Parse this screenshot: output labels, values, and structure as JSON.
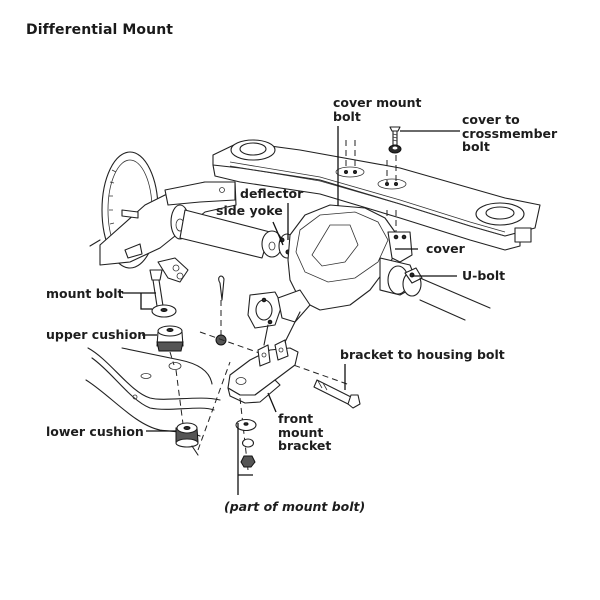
{
  "title": "Differential Mount",
  "labels": {
    "cover_mount_bolt": "cover mount\nbolt",
    "cover_to_crossmember_bolt": "cover to\ncrossmember\nbolt",
    "deflector": "deflector",
    "side_yoke": "side yoke",
    "cover": "cover",
    "u_bolt": "U-bolt",
    "mount_bolt": "mount bolt",
    "upper_cushion": "upper cushion",
    "bracket_to_housing_bolt": "bracket to housing bolt",
    "lower_cushion": "lower cushion",
    "front_mount_bracket": "front\nmount\nbracket",
    "part_of_mount_bolt": "(part of mount bolt)"
  }
}
